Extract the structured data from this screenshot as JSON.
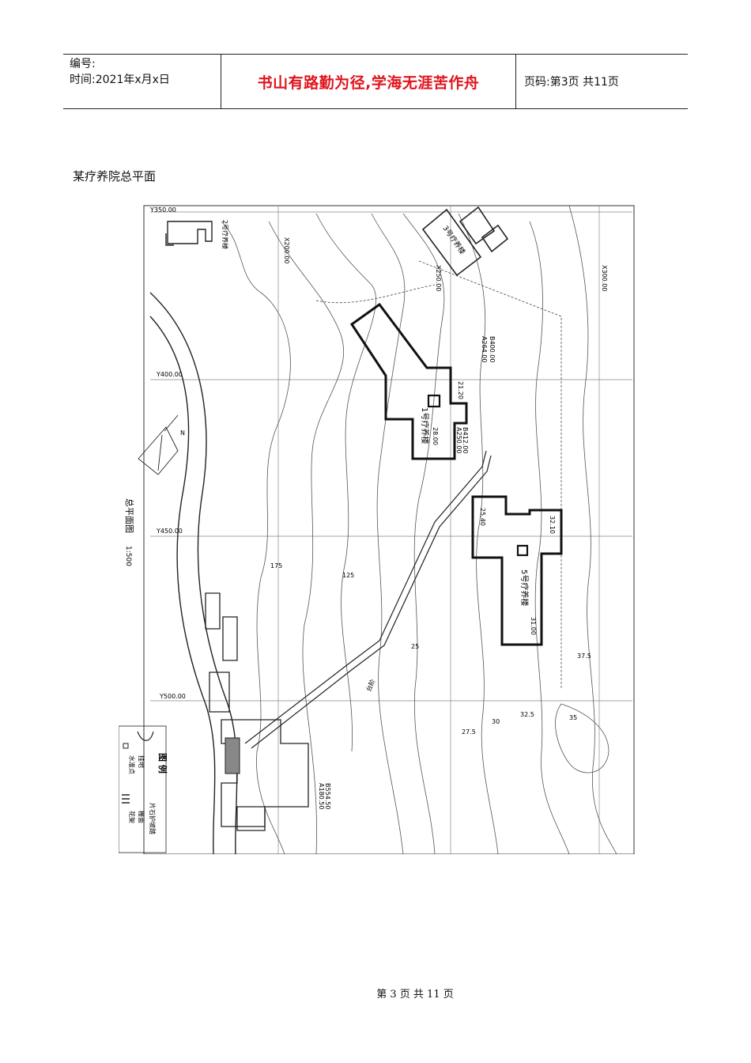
{
  "header": {
    "number_label": "编号:",
    "time_label": "时间:2021年x月x日",
    "motto": "书山有路勤为径,学海无涯苦作舟",
    "page_label": "页码:第3页 共11页"
  },
  "caption": "某疗养院总平面",
  "plan": {
    "grid_labels": {
      "y350": "Y350.00",
      "y400": "Y400.00",
      "y450": "Y450.00",
      "y500": "Y500.00",
      "x200": "X200.00",
      "x250": "X250.00",
      "x300": "X300.00"
    },
    "buildings": {
      "b1": "1号疗养楼",
      "b2": "2号疗养楼",
      "b3": "3号疗养楼",
      "b5": "5号疗养楼"
    },
    "elevations": {
      "e1": "28.00",
      "e2": "21.20",
      "e5": "31.00",
      "e5b": "32.10",
      "e4": "25.40"
    },
    "contours": {
      "c1": "25",
      "c2": "27.5",
      "c3": "30",
      "c4": "32.5",
      "c5": "35",
      "c6": "37.5",
      "c7": "125",
      "c8": "175"
    },
    "coords": {
      "a1": "A264.00",
      "b1": "B400.00",
      "a2": "A250.00",
      "b2": "B412.00",
      "a3": "A180.50",
      "b3": "B554.50"
    },
    "site_title": "总平面图",
    "scale": "1:500",
    "north": "N",
    "terrace_label": "台阶",
    "legend": {
      "title": "图 例",
      "items": [
        "挂地",
        "水准点",
        "片石护坡踏",
        "栅面",
        "花架"
      ]
    }
  },
  "footer": "第 3 页 共 11 页"
}
